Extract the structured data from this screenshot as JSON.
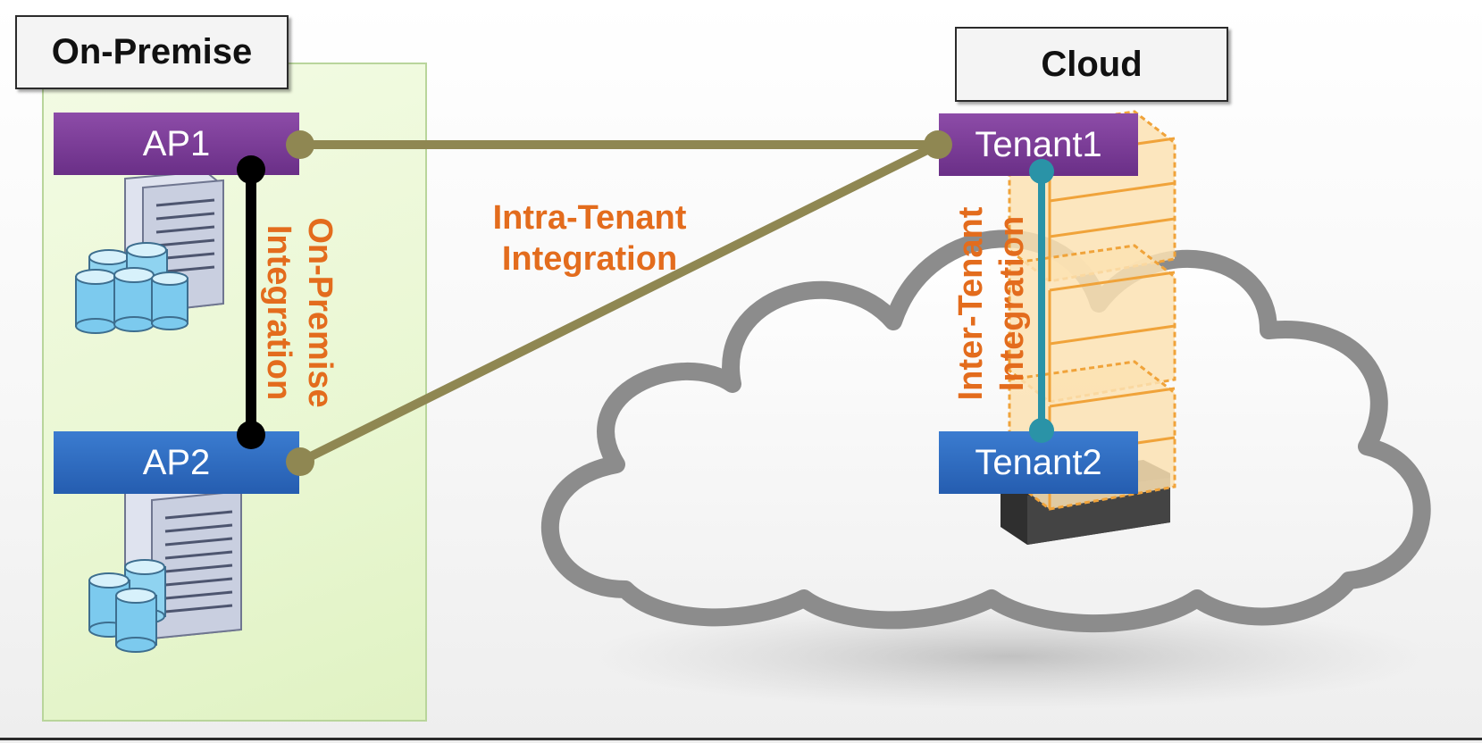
{
  "on_premise": {
    "title": "On-Premise",
    "ap1": "AP1",
    "ap2": "AP2",
    "integration_line1": "On-Premise",
    "integration_line2": "Integration"
  },
  "cloud": {
    "title": "Cloud",
    "tenant1": "Tenant1",
    "tenant2": "Tenant2",
    "integration_line1": "Inter-Tenant",
    "integration_line2": "Integration"
  },
  "intra_tenant": {
    "line1": "Intra-Tenant",
    "line2": "Integration"
  },
  "colors": {
    "purple_node": "#6a2f87",
    "blue_node": "#255db0",
    "olive_link": "#8f8752",
    "teal_link": "#2a93a7",
    "black_link": "#000000",
    "orange_text": "#e36c1d",
    "onprem_panel": "#e9f7d2"
  },
  "icons": [
    "server-rack-icon",
    "database-icon",
    "server-stack-icon",
    "cloud-icon"
  ]
}
